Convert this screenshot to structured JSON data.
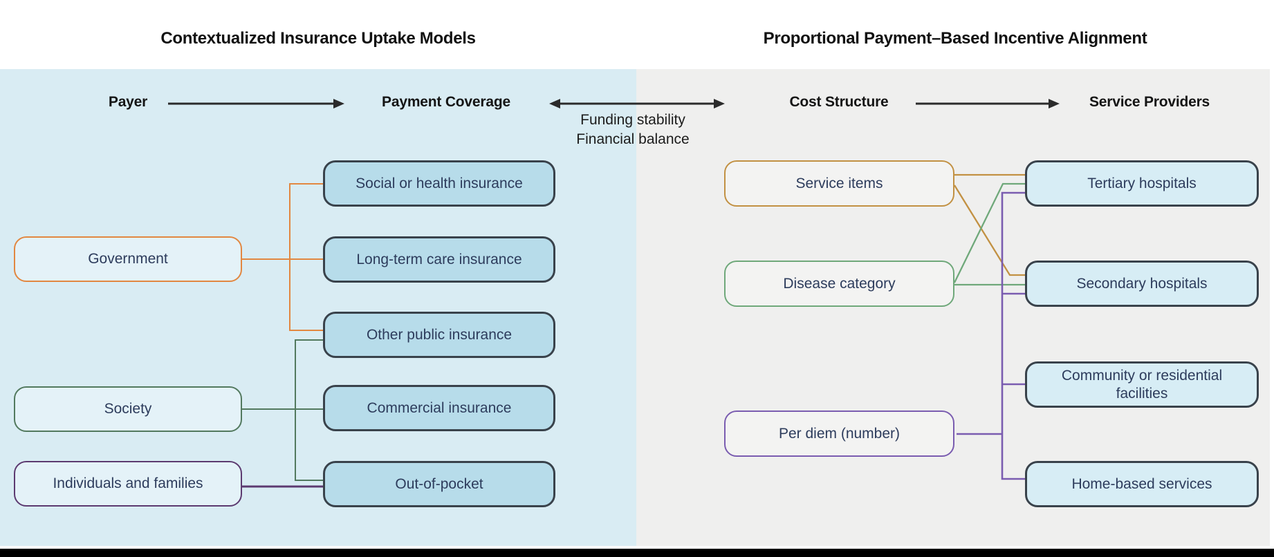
{
  "titles": {
    "left": "Contextualized Insurance Uptake Models",
    "right": "Proportional Payment–Based Incentive Alignment"
  },
  "headers": {
    "payer": "Payer",
    "payment_coverage": "Payment Coverage",
    "cost_structure": "Cost Structure",
    "service_providers": "Service Providers"
  },
  "middle_label": {
    "line1": "Funding stability",
    "line2": "Financial balance"
  },
  "left_panel": {
    "payers": [
      {
        "label": "Government",
        "color": "#E28740"
      },
      {
        "label": "Society",
        "color": "#52795E"
      },
      {
        "label": "Individuals and families",
        "color": "#5C3A70"
      }
    ],
    "coverages": [
      "Social or health insurance",
      "Long-term care insurance",
      "Other public insurance",
      "Commercial insurance",
      "Out-of-pocket"
    ],
    "connections": [
      {
        "from": "Government",
        "to": [
          "Social or health insurance",
          "Long-term care insurance",
          "Other public insurance"
        ]
      },
      {
        "from": "Society",
        "to": [
          "Other public insurance",
          "Commercial insurance",
          "Out-of-pocket"
        ]
      },
      {
        "from": "Individuals and families",
        "to": [
          "Out-of-pocket"
        ]
      }
    ]
  },
  "right_panel": {
    "costs": [
      {
        "label": "Service items",
        "color": "#C29143"
      },
      {
        "label": "Disease category",
        "color": "#6FA87A"
      },
      {
        "label": "Per diem (number)",
        "color": "#7A5CB0"
      }
    ],
    "providers": [
      "Tertiary hospitals",
      "Secondary hospitals",
      "Community or residential facilities",
      "Home-based services"
    ],
    "connections": [
      {
        "from": "Service items",
        "to": [
          "Tertiary hospitals",
          "Secondary hospitals"
        ]
      },
      {
        "from": "Disease category",
        "to": [
          "Tertiary hospitals",
          "Secondary hospitals"
        ]
      },
      {
        "from": "Per diem (number)",
        "to": [
          "Tertiary hospitals",
          "Secondary hospitals",
          "Community or residential facilities",
          "Home-based services"
        ]
      }
    ]
  },
  "colors": {
    "left_panel_bg": "#D9ECF3",
    "right_panel_bg": "#EFEFEE",
    "payer_box_fill": "#E4F2F8",
    "coverage_box_fill": "#B7DCEA",
    "cost_box_fill": "#F3F3F2",
    "provider_box_fill": "#D7EDF5",
    "box_border_dark": "#39424B",
    "text_navy": "#2D3C5C",
    "arrow_dark": "#2B2B2B",
    "orange_left": "#E28740",
    "green_left": "#52795E",
    "purple_left": "#5C3A70",
    "gold_right": "#C29143",
    "green_right": "#6FA87A",
    "purple_right": "#7A5CB0",
    "bottom_bar": "#000000"
  }
}
